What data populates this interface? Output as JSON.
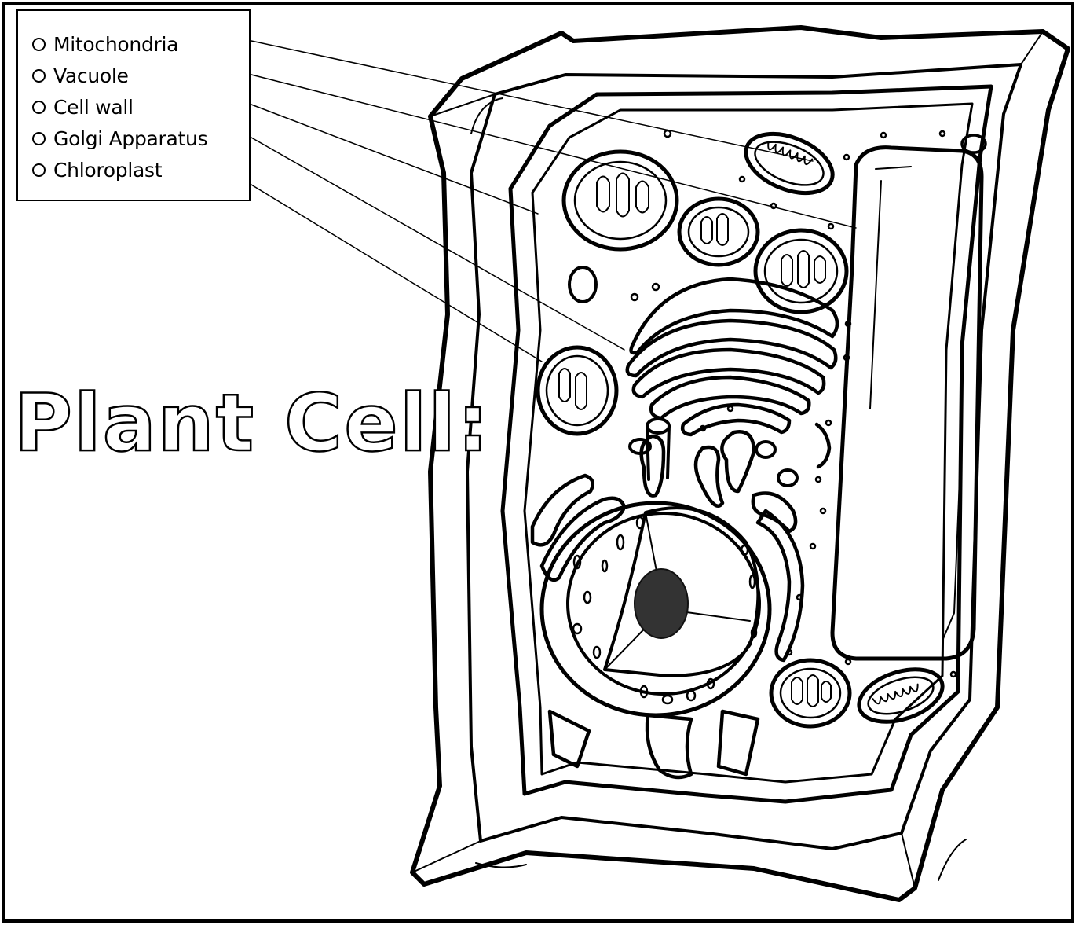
{
  "legend": {
    "items": [
      {
        "label": "Mitochondria"
      },
      {
        "label": "Vacuole"
      },
      {
        "label": "Cell wall"
      },
      {
        "label": "Golgi Apparatus"
      },
      {
        "label": "Chloroplast"
      }
    ]
  },
  "title": "Plant Cell:",
  "colors": {
    "line": "#000000",
    "background": "#ffffff",
    "nucleolus": "#333333"
  }
}
